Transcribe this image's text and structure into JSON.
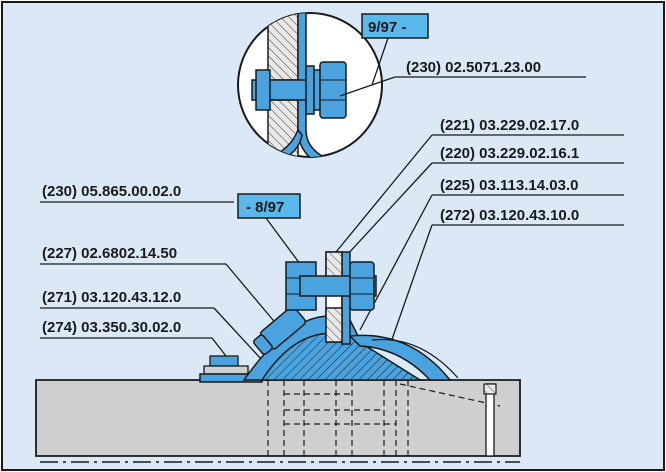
{
  "colors": {
    "background": "#dbe9f6",
    "part_blue": "#4aa3df",
    "tag_fill": "#5ab8ea",
    "housing_gray": "#cfcfcf",
    "outline": "#1a1a1a"
  },
  "labels": {
    "l230_top": "(230)  02.5071.23.00",
    "l221": "(221)  03.229.02.17.0",
    "l220": "(220)  03.229.02.16.1",
    "l225": "(225)  03.113.14.03.0",
    "l230_left": "(230)  05.865.00.02.0",
    "l272": "(272)  03.120.43.10.0",
    "l227": "(227)  02.6802.14.50",
    "l271": "(271)  03.120.43.12.0",
    "l274": "(274)  03.350.30.02.0"
  },
  "tags": {
    "t_new": "9/97  -",
    "t_old": "-  8/97"
  }
}
